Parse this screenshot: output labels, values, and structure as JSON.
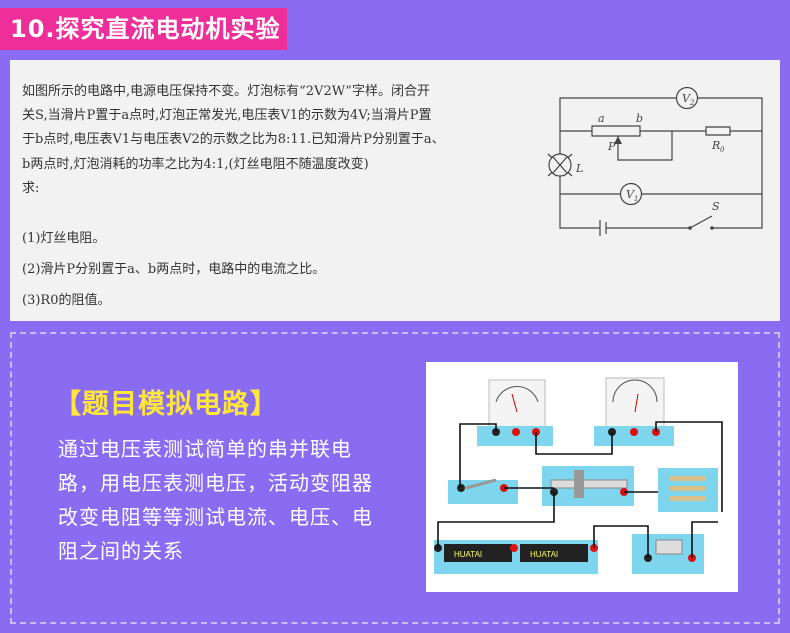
{
  "header": {
    "title": "10.探究直流电动机实验"
  },
  "problem": {
    "lines": [
      "如图所示的电路中,电源电压保持不变。灯泡标有“2V2W”字样。闭合开",
      "关S,当滑片P置于a点时,灯泡正常发光,电压表V1的示数为4V;当滑片P置",
      "于b点时,电压表V1与电压表V2的示数之比为8:11.已知滑片P分别置于a、",
      "b两点时,灯泡消耗的功率之比为4:1,(灯丝电阻不随温度改变)",
      "求:"
    ],
    "questions": [
      "(1)灯丝电阻。",
      "(2)滑片P分别置于a、b两点时，电路中的电流之比。",
      "(3)R0的阻值。"
    ]
  },
  "schematic": {
    "labels": {
      "v2": "V",
      "v2_sub": "2",
      "v1": "V",
      "v1_sub": "1",
      "a": "a",
      "b": "b",
      "p": "P",
      "r0": "R",
      "r0_sub": "0",
      "l": "L",
      "s": "S"
    }
  },
  "simulation": {
    "title": "【题目模拟电路】",
    "description": "通过电压表测试简单的串并联电路，用电压表测电压，活动变阻器改变电阻等等测试电流、电压、电阻之间的关系"
  },
  "photo": {
    "battery_brand_1": "HUATAI",
    "battery_brand_2": "HUATAI"
  }
}
